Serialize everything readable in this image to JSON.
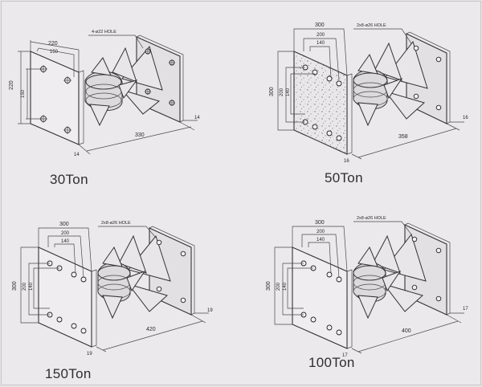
{
  "panels": [
    {
      "id": "30",
      "caption": "30Ton",
      "hole_note": "4-ø22 HOLE",
      "dims_top": [
        "220",
        "150"
      ],
      "dims_left": [
        "220",
        "150"
      ],
      "length": "330",
      "thick_front": "14",
      "thick_back": "14",
      "speckled": false
    },
    {
      "id": "50",
      "caption": "50Ton",
      "hole_note": "2x8-ø26 HOLE",
      "dims_top": [
        "300",
        "200",
        "140"
      ],
      "dims_left": [
        "300",
        "200",
        "140"
      ],
      "length": "358",
      "thick_front": "16",
      "thick_back": "16",
      "speckled": true
    },
    {
      "id": "150",
      "caption": "150Ton",
      "hole_note": "2x8-ø26 HOLE",
      "dims_top": [
        "300",
        "200",
        "140"
      ],
      "dims_left": [
        "300",
        "200",
        "140"
      ],
      "length": "420",
      "thick_front": "19",
      "thick_back": "19",
      "speckled": false
    },
    {
      "id": "100",
      "caption": "100Ton",
      "hole_note": "2x8-ø26 HOLE",
      "dims_top": [
        "300",
        "200",
        "140"
      ],
      "dims_left": [
        "300",
        "200",
        "140"
      ],
      "length": "400",
      "thick_front": "17",
      "thick_back": "17",
      "speckled": false
    }
  ]
}
